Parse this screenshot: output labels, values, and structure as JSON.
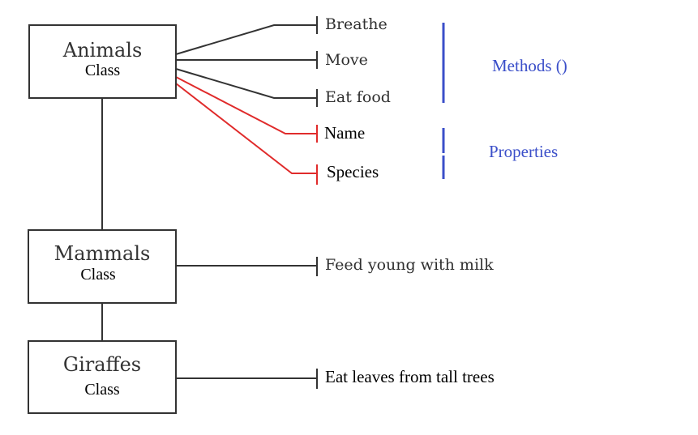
{
  "colors": {
    "line": "#333333",
    "property_line": "#e02b2b",
    "bracket": "#3b4fc9",
    "group_label": "#3b4fc9"
  },
  "classes": {
    "animals": {
      "name": "Animals",
      "kind": "Class"
    },
    "mammals": {
      "name": "Mammals",
      "kind": "Class"
    },
    "giraffes": {
      "name": "Giraffes",
      "kind": "Class"
    }
  },
  "animal_methods": [
    "Breathe",
    "Move",
    "Eat food"
  ],
  "animal_properties": [
    "Name",
    "Species"
  ],
  "mammal_methods": [
    "Feed young with milk"
  ],
  "giraffe_methods": [
    "Eat leaves from tall trees"
  ],
  "groups": {
    "methods_label": "Methods ()",
    "properties_label": "Properties"
  }
}
